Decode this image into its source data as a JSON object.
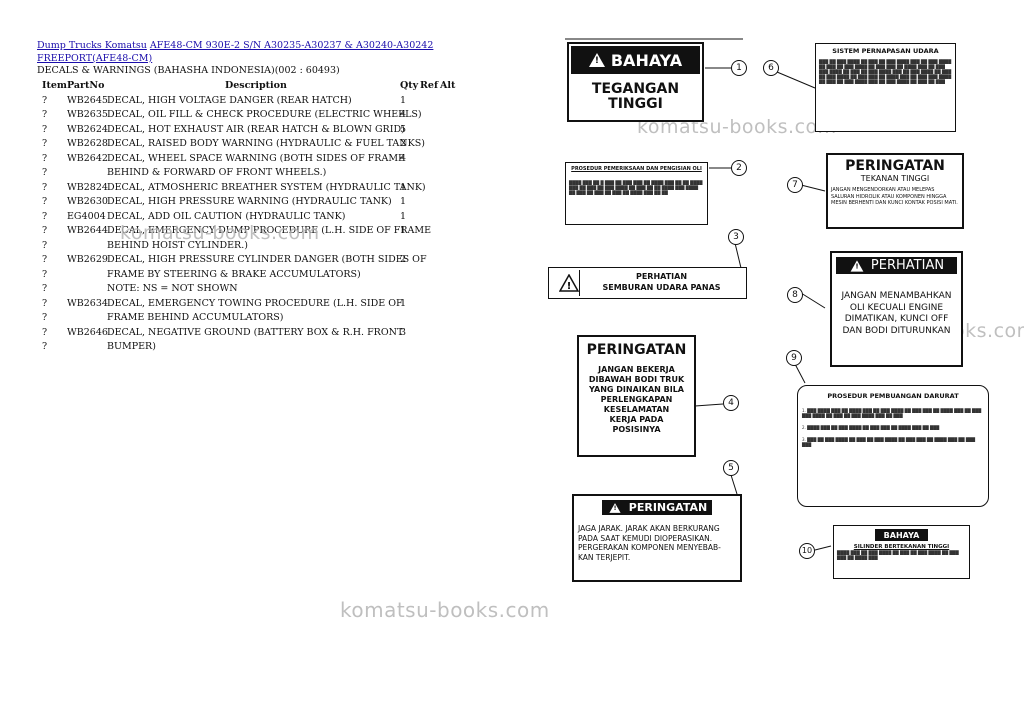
{
  "header": {
    "link1": "Dump Trucks Komatsu",
    "link2": "AFE48-CM 930E-2 S/N A30235-A30237 & A30240-A30242",
    "link3": "FREEPORT(AFE48-CM)",
    "section": "DECALS & WARNINGS (BAHASHA INDONESIA)(002 : 60493)"
  },
  "columns": {
    "item": "Item",
    "part": "PartNo",
    "desc": "Description",
    "qty": "Qty",
    "ref": "Ref",
    "alt": "Alt"
  },
  "rows": [
    {
      "item": "?",
      "part": "WB2645",
      "desc": "DECAL, HIGH VOLTAGE DANGER (REAR HATCH)",
      "qty": "1"
    },
    {
      "item": "?",
      "part": "WB2635",
      "desc": "DECAL, OIL FILL & CHECK PROCEDURE (ELECTRIC WHEELS)",
      "qty": "4"
    },
    {
      "item": "?",
      "part": "WB2624",
      "desc": "DECAL, HOT EXHAUST AIR (REAR HATCH & BLOWN GRID)",
      "qty": "5"
    },
    {
      "item": "?",
      "part": "WB2628",
      "desc": "DECAL, RAISED BODY WARNING (HYDRAULIC & FUEL TANKS)",
      "qty": "2"
    },
    {
      "item": "?",
      "part": "WB2642",
      "desc": "DECAL, WHEEL SPACE WARNING (BOTH SIDES OF FRAME",
      "qty": "4"
    },
    {
      "item": "?",
      "part": "",
      "desc": "BEHIND & FORWARD OF FRONT WHEELS.)",
      "qty": "",
      "cont": true
    },
    {
      "item": "?",
      "part": "WB2824",
      "desc": "DECAL, ATMOSHERIC BREATHER SYSTEM (HYDRAULIC TANK)",
      "qty": "1"
    },
    {
      "item": "?",
      "part": "WB2630",
      "desc": "DECAL, HIGH PRESSURE WARNING (HYDRAULIC TANK)",
      "qty": "1"
    },
    {
      "item": "?",
      "part": "EG4004",
      "desc": "DECAL, ADD OIL CAUTION (HYDRAULIC TANK)",
      "qty": "1"
    },
    {
      "item": "?",
      "part": "WB2644",
      "desc": "DECAL, EMERGENCY DUMP PROCEDURE (L.H. SIDE OF FRAME",
      "qty": "1"
    },
    {
      "item": "?",
      "part": "",
      "desc": "BEHIND HOIST CYLINDER.)",
      "qty": "",
      "cont": true
    },
    {
      "item": "?",
      "part": "WB2629",
      "desc": "DECAL, HIGH PRESSURE CYLINDER DANGER (BOTH SIDES OF",
      "qty": "2"
    },
    {
      "item": "?",
      "part": "",
      "desc": "FRAME BY STEERING & BRAKE ACCUMULATORS)",
      "qty": "",
      "cont": true
    },
    {
      "item": "?",
      "part": "",
      "desc": "NOTE: NS = NOT SHOWN",
      "qty": "",
      "cont": true
    },
    {
      "item": "?",
      "part": "WB2634",
      "desc": "DECAL, EMERGENCY TOWING PROCEDURE (L.H. SIDE OF",
      "qty": "1"
    },
    {
      "item": "?",
      "part": "",
      "desc": "FRAME BEHIND ACCUMULATORS)",
      "qty": "",
      "cont": true
    },
    {
      "item": "?",
      "part": "WB2646",
      "desc": "DECAL, NEGATIVE GROUND (BATTERY BOX & R.H. FRONT",
      "qty": "3"
    },
    {
      "item": "?",
      "part": "",
      "desc": "BUMPER)",
      "qty": "",
      "cont": true
    }
  ],
  "watermark": "komatsu-books.com",
  "decals": {
    "d1": {
      "bar": "BAHAYA",
      "line1": "TEGANGAN",
      "line2": "TINGGI"
    },
    "d2": {
      "title": "PROSEDUR PEMERIKSAAN DAN PENGISIAN OLI"
    },
    "d3": {
      "line1": "PERHATIAN",
      "line2": "SEMBURAN UDARA PANAS"
    },
    "d4": {
      "title": "PERINGATAN",
      "lines": [
        "JANGAN BEKERJA",
        "DIBAWAH BODI TRUK",
        "YANG DINAIKAN BILA",
        "PERLENGKAPAN",
        "KESELAMATAN",
        "KERJA PADA",
        "POSISINYA"
      ]
    },
    "d5": {
      "bar": "PERINGATAN",
      "body": "JAGA JARAK. JARAK AKAN BERKURANG PADA SAAT KEMUDI DIOPERASIKAN. PERGERAKAN KOMPONEN MENYEBAB-KAN TERJEPIT."
    },
    "d6": {
      "title": "SISTEM PERNAPASAN UDARA"
    },
    "d7": {
      "title": "PERINGATAN",
      "sub": "TEKANAN TINGGI",
      "body": "JANGAN MENGENDORKAN ATAU MELEPAS SALURAN HIDROLIK ATAU KOMPONEN HINGGA MESIN BERHENTI DAN KUNCI KONTAK POSISI MATI."
    },
    "d8": {
      "bar": "PERHATIAN",
      "body": "JANGAN MENAMBAHKAN OLI KECUALI ENGINE DIMATIKAN, KUNCI OFF DAN BODI DITURUNKAN"
    },
    "d9": {
      "title": "PROSEDUR PEMBUANGAN DARURAT"
    },
    "d10": {
      "bar": "BAHAYA",
      "title": "SILINDER BERTEKANAN TINGGI"
    }
  },
  "callouts": [
    "1",
    "2",
    "3",
    "4",
    "5",
    "6",
    "7",
    "8",
    "9",
    "10"
  ]
}
